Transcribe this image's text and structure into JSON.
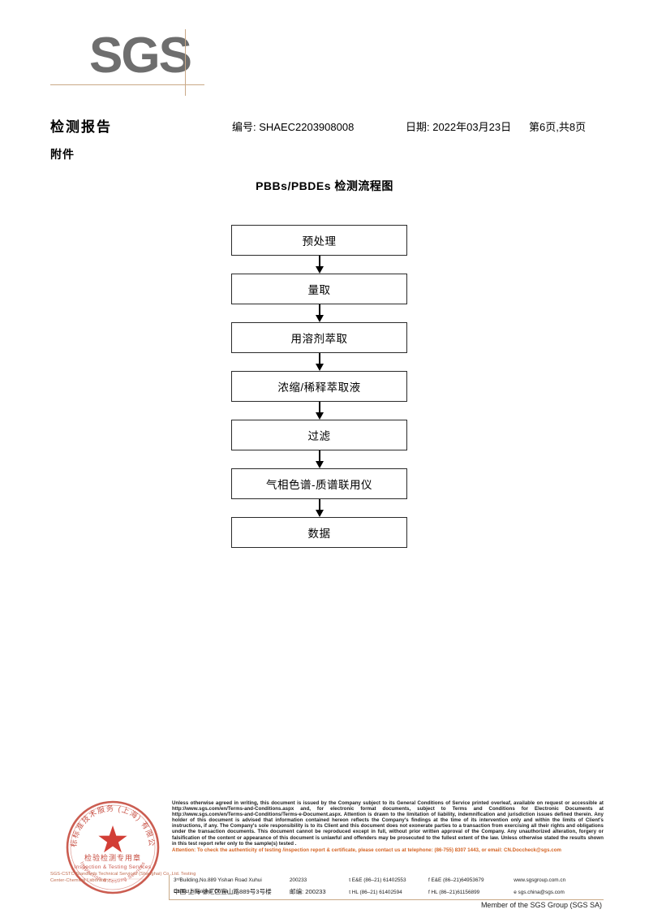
{
  "logo": {
    "text": "SGS"
  },
  "header": {
    "title": "检测报告",
    "attachment_label": "附件",
    "report_no": "编号: SHAEC2203908008",
    "date": "日期: 2022年03月23日",
    "page": "第6页,共8页"
  },
  "flowchart": {
    "title": "PBBs/PBDEs 检测流程图",
    "steps": [
      {
        "label": "预处理"
      },
      {
        "label": "量取"
      },
      {
        "label": "用溶剂萃取"
      },
      {
        "label": "浓缩/稀释萃取液"
      },
      {
        "label": "过滤"
      },
      {
        "label": "气相色谱-质谱联用仪"
      },
      {
        "label": "数据"
      }
    ]
  },
  "seal": {
    "star": "★",
    "arc_top": "通标标准技术服务 (上海) 有限公司",
    "line_cn": "检验检测专用章",
    "line_en": "Inspection & Testing Services",
    "caption": "SGS-CSTC Standards Technical Services (Shanghai) Co.,Ltd. Testing Center-Chemical Laboratory."
  },
  "footer": {
    "legal_body": "Unless otherwise agreed in writing, this document is issued by the Company subject to its General Conditions of Service printed overleaf, available on request or accessible at http://www.sgs.com/en/Terms-and-Conditions.aspx and, for electronic format documents, subject to Terms and Conditions for Electronic Documents at http://www.sgs.com/en/Terms-and-Conditions/Terms-e-Document.aspx. Attention is drawn to the limitation of liability, indemnification and jurisdiction issues defined therein. Any holder of this document is advised that information contained hereon reflects the Company's findings at the time of its intervention only and within the limits of Client's instructions, if any. The Company's sole responsibility is to its Client and this document does not exonerate parties to a transaction from exercising all their rights and obligations under the transaction documents. This document cannot be reproduced except in full, without prior written approval of the Company. Any unauthorized alteration, forgery or falsification of the content or appearance of this document is unlawful and offenders may be prosecuted to the fullest extent of the law. Unless otherwise stated the results shown in this test report refer only to the sample(s) tested .",
    "legal_attention": "Attention: To check the authenticity of testing /inspection report & certificate, please contact us at telephone: (86-755) 8307 1443, or email: CN.Doccheck@sgs.com",
    "address_en": "3ʳᵈBuilding,No.889 Yishan Road Xuhui District,Shanghai China",
    "address_cn": "中国·上海·徐汇区宜山路889号3号楼",
    "zip_en": "200233",
    "zip_cn": "邮编: 200233",
    "tel1": "t E&E (86–21) 61402553",
    "fax1": "f E&E (86–21)64953679",
    "tel2": "t HL (86–21) 61402594",
    "fax2": "f HL (86–21)61156899",
    "web": "www.sgsgroup.com.cn",
    "email": "e  sgs.china@sgs.com",
    "member": "Member of the SGS Group (SGS SA)"
  },
  "colors": {
    "logo_grey": "#6e6e6e",
    "rule_tan": "#c9a987",
    "attention_orange": "#d4611f",
    "seal_red": "#c0392b"
  }
}
